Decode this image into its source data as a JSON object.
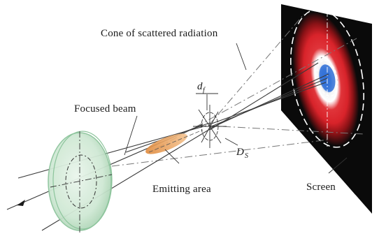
{
  "labels": {
    "cone": "Cone of scattered radiation",
    "focused_beam": "Focused beam",
    "emitting_area": "Emitting area",
    "screen": "Screen"
  },
  "symbols": {
    "df_main": "d",
    "df_sub": "f",
    "ds_main": "D",
    "ds_sub": "S"
  },
  "colors": {
    "lens": "#cfe8d4",
    "emitting_area": "#e8a35a",
    "screen_bg": "#0a0a0a",
    "ring_red": "#d8232a",
    "center_blue": "#2f6fd6"
  }
}
